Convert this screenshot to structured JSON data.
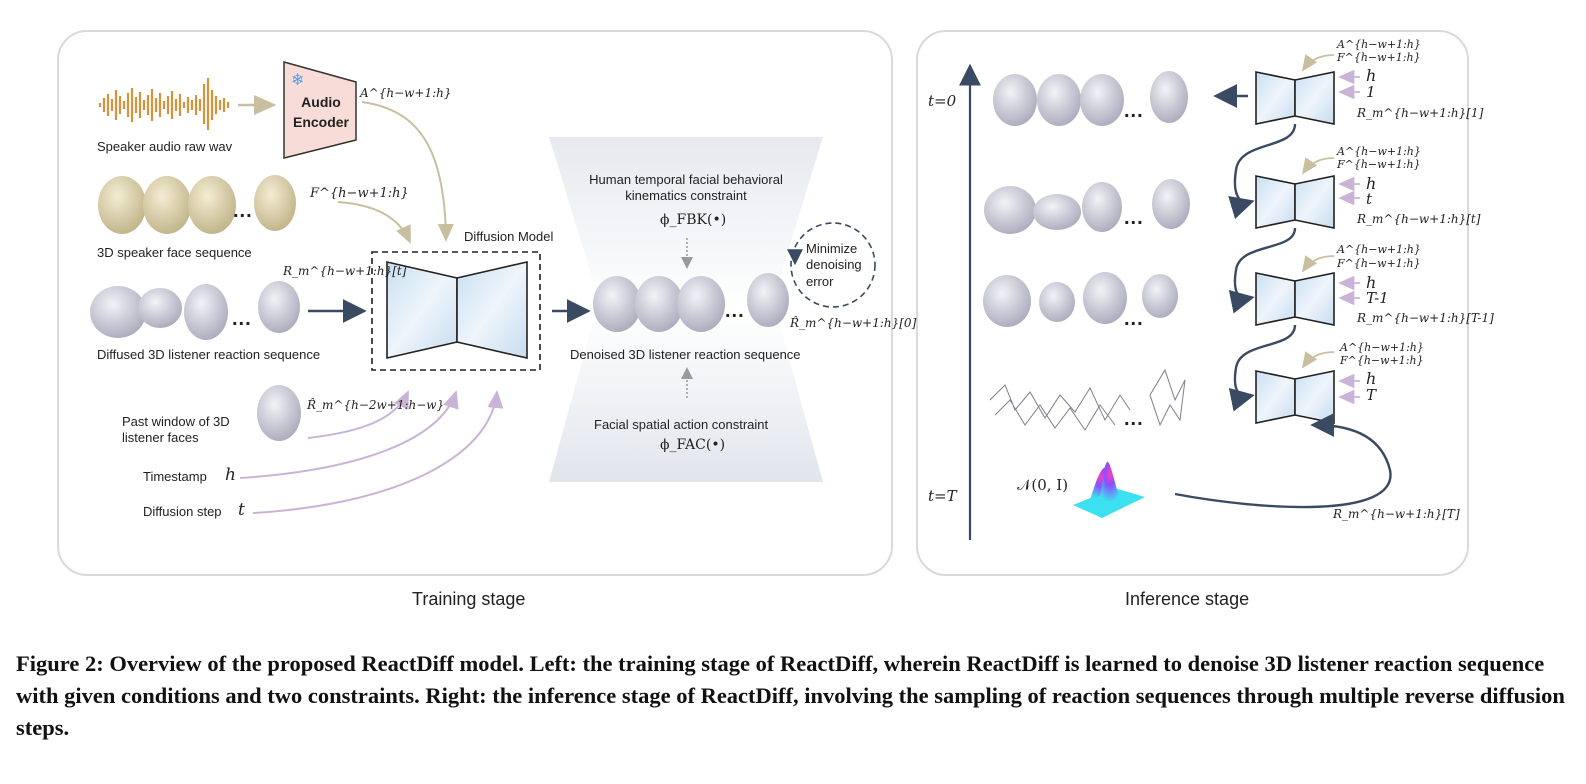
{
  "training": {
    "stage_label": "Training stage",
    "speaker_audio_label": "Speaker audio raw wav",
    "audio_encoder_line1": "Audio",
    "audio_encoder_line2": "Encoder",
    "audio_feature": "A^{h−w+1:h}",
    "speaker_face_label": "3D speaker face sequence",
    "speaker_face_feature": "F^{h−w+1:h}",
    "noisy_reaction_label": "Diffused 3D listener reaction sequence",
    "noisy_reaction_feature": "R_m^{h−w+1:h}[t]",
    "diffusion_model_label": "Diffusion Model",
    "past_window_label_line1": "Past window of 3D",
    "past_window_label_line2": "listener faces",
    "past_window_feature": "R̂_m^{h−2w+1:h−w}",
    "timestamp_label": "Timestamp",
    "timestamp_symbol": "h",
    "diffusion_step_label": "Diffusion step",
    "diffusion_step_symbol": "t",
    "fbk_label_line1": "Human temporal facial behavioral",
    "fbk_label_line2": "kinematics constraint",
    "fbk_symbol": "ϕ_FBK(•)",
    "denoised_label": "Denoised 3D listener reaction sequence",
    "denoised_feature": "R̂_m^{h−w+1:h}[0]",
    "fac_label": "Facial spatial action constraint",
    "fac_symbol": "ϕ_FAC(•)",
    "minimize_line1": "Minimize",
    "minimize_line2": "denoising",
    "minimize_line3": "error",
    "ellipsis": "..."
  },
  "inference": {
    "stage_label": "Inference stage",
    "t0_label": "t=0",
    "tT_label": "t=T",
    "noise_label": "𝒩(0, I)",
    "ellipsis": "...",
    "steps": [
      {
        "a": "A^{h−w+1:h}",
        "f": "F^{h−w+1:h}",
        "h": "h",
        "t": "1",
        "r": "R_m^{h−w+1:h}[1]"
      },
      {
        "a": "A^{h−w+1:h}",
        "f": "F^{h−w+1:h}",
        "h": "h",
        "t": "t",
        "r": "R_m^{h−w+1:h}[t]"
      },
      {
        "a": "A^{h−w+1:h}",
        "f": "F^{h−w+1:h}",
        "h": "h",
        "t": "T-1",
        "r": "R_m^{h−w+1:h}[T-1]"
      },
      {
        "a": "A^{h−w+1:h}",
        "f": "F^{h−w+1:h}",
        "h": "h",
        "t": "T",
        "r": "R_m^{h−w+1:h}[T]"
      }
    ]
  },
  "caption": "Figure 2: Overview of the proposed ReactDiff model. Left: the training stage of ReactDiff, wherein ReactDiff is learned to denoise 3D listener reaction sequence with given conditions and two constraints. Right: the inference stage of ReactDiff, involving the sampling of reaction sequences through multiple reverse diffusion steps.",
  "colors": {
    "speaker_face": "#d6cba3",
    "listener_face": "#c9c9d6",
    "audio_wave": "#d8923a",
    "encoder_fill": "#f7dcd8",
    "model_fill": "#dbe9f5",
    "arrow_dark": "#3b4a63",
    "arrow_tan": "#c8bfa0",
    "arrow_lilac": "#c9b3d6",
    "panel_border": "#d8d8e0"
  }
}
